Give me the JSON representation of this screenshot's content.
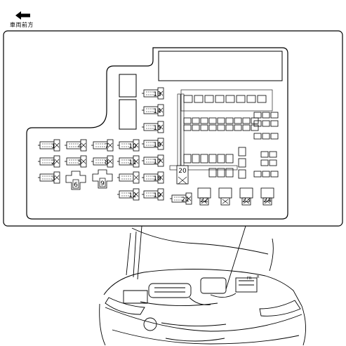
{
  "direction_label": "車両前方",
  "direction_icon": "arrow-left-icon",
  "fuse_labels": [
    "1",
    "2",
    "3",
    "4",
    "5",
    "6",
    "7",
    "8",
    "9",
    "10",
    "11",
    "12",
    "13",
    "14",
    "15",
    "16",
    "17",
    "18",
    "19",
    "20",
    "21",
    "22",
    "23",
    "24"
  ]
}
